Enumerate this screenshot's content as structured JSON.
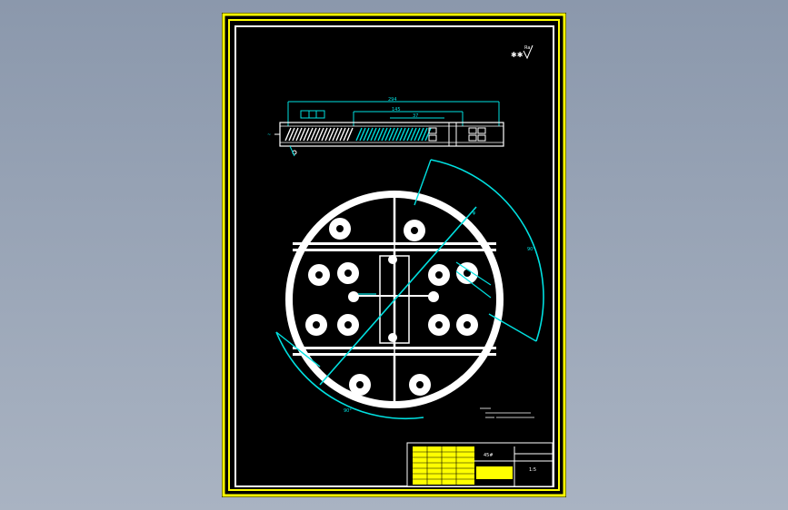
{
  "drawing": {
    "roughness_symbol": "Ra",
    "top_dimensions": [
      "294",
      "145",
      "37"
    ],
    "title_block": {
      "field_a": "45#",
      "field_b": "1:5"
    }
  },
  "colors": {
    "background_gradient_top": "#8b98ac",
    "sheet": "#000000",
    "frame": "#ffff00",
    "part": "#ffffff",
    "dimension": "#00e0e0"
  }
}
